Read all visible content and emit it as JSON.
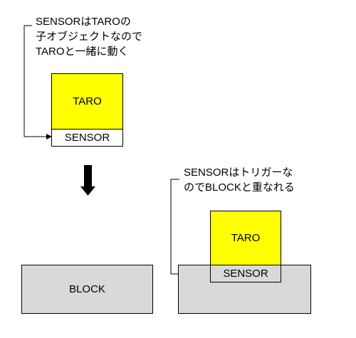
{
  "note_top": "SENSORはTAROの\n子オブジェクトなので\nTAROと一緒に動く",
  "note_right": "SENSORはトリガーな\nのでBLOCKと重なれる",
  "taro_label": "TARO",
  "sensor_label": "SENSOR",
  "block_label": "BLOCK",
  "colors": {
    "taro_fill": "#ffff00",
    "block_fill": "#d9d9d9",
    "arrow_fill": "#000000",
    "line": "#000000"
  }
}
